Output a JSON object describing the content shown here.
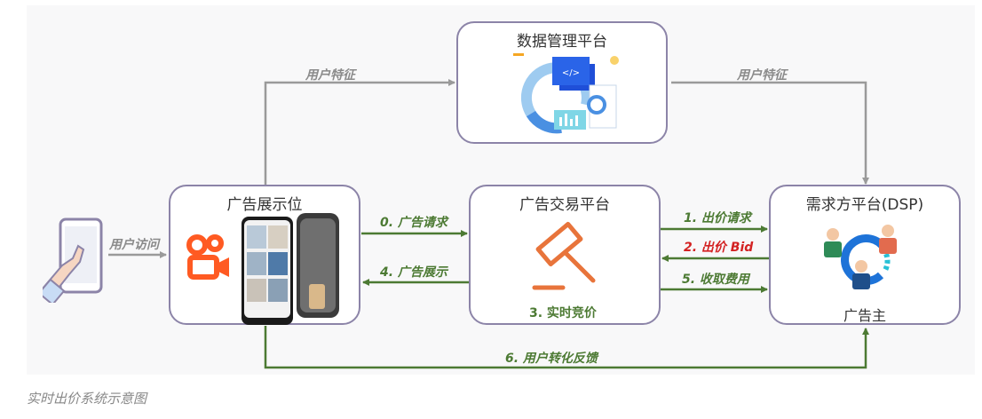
{
  "colors": {
    "green": "#4c7a33",
    "gray": "#9a9a9a",
    "red": "#d32222",
    "border": "#8c84a8",
    "orange": "#ff5a22"
  },
  "icons": [
    "user-hand-phone-icon",
    "kuaishou-logo-icon",
    "gavel-icon",
    "advertiser-people-icon",
    "code-dashboard-icon"
  ],
  "boxes": {
    "dmp": "数据管理平台",
    "ad_slot": "广告展示位",
    "exchange": "广告交易平台",
    "dsp": "需求方平台(DSP)"
  },
  "advertiser": "广告主",
  "labels": {
    "user_feature_left": "用户特征",
    "user_feature_right": "用户特征",
    "user_visit": "用户访问",
    "ad_request": "0. 广告请求",
    "ad_display": "4. 广告展示",
    "realtime_bidding": "3. 实时竞价",
    "bid_request": "1. 出价请求",
    "bid": "2. 出价 Bid",
    "charge": "5. 收取费用",
    "conversion_feedback": "6. 用户转化反馈"
  },
  "caption": "实时出价系统示意图"
}
